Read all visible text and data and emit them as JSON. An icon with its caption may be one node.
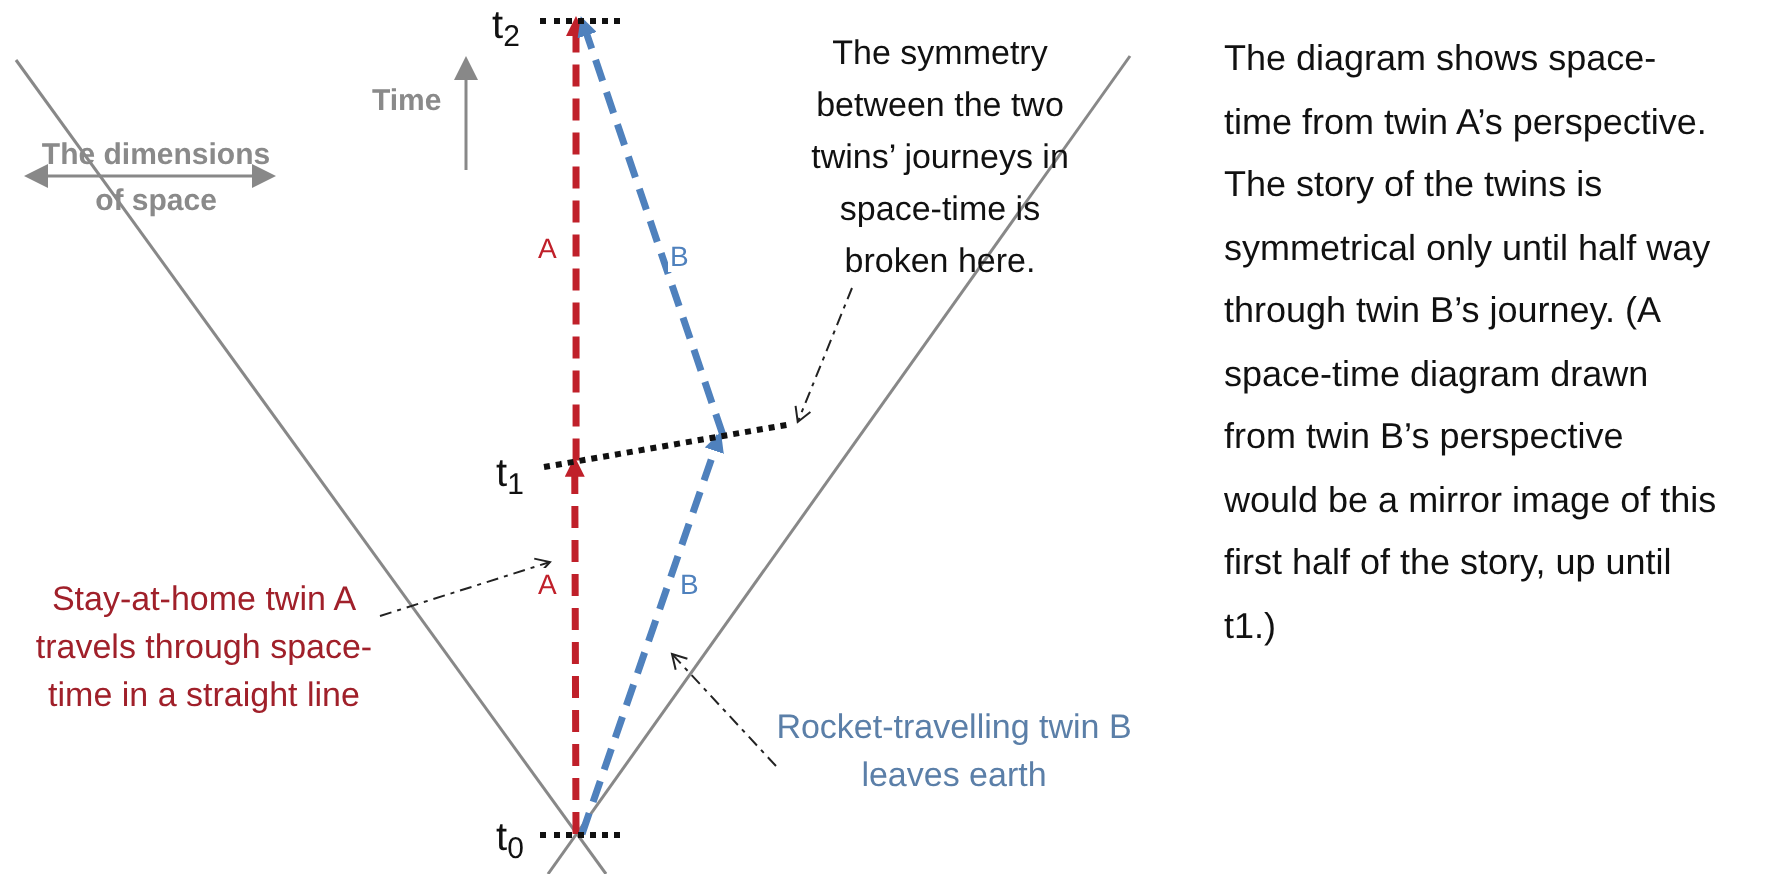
{
  "diagram": {
    "nodes": [
      {
        "text": [],
        "shape": "line",
        "beside": [
          "t$_{0}$"
        ]
      },
      {
        "text": [],
        "shape": "line",
        "beside": [
          "t$_{1}$"
        ]
      },
      {
        "text": [],
        "shape": "line",
        "beside": [
          "t$_{2}$"
        ]
      },
      {
        "text": [
          "The symmetry between the two twins’ journeys in space-time is broken here."
        ]
      },
      {
        "text": [
          "Stay-at-home twin A travels through space-time in a straight line"
        ]
      },
      {
        "text": [
          "Rocket-travelling twin B leaves earth"
        ]
      }
    ],
    "edges": [
      {
        "from": 0,
        "to": 1,
        "arrow": "to",
        "label": "A",
        "style": "dashed",
        "color": "#c0202a"
      },
      {
        "from": 1,
        "to": 2,
        "arrow": "to",
        "label": "A",
        "style": "dashed",
        "color": "#c0202a"
      },
      {
        "from": 0,
        "to": 1,
        "arrow": "to",
        "label": "B",
        "style": "dashed",
        "color": "#4f81bd"
      },
      {
        "from": 1,
        "to": 2,
        "arrow": "to",
        "label": "B",
        "style": "dashed",
        "color": "#4f81bd"
      },
      {
        "from": 3,
        "to": 1,
        "arrow": "to",
        "style": "dashed"
      },
      {
        "from": 4,
        "to": null,
        "arrow": "to",
        "style": "dashed"
      },
      {
        "from": 5,
        "to": null,
        "arrow": "to",
        "style": "dashed"
      }
    ],
    "labels": [
      "Time",
      "The dimensions of space",
      "The diagram shows space-time from twin A’s perspective. The story of the twins is symmetrical only until half way through twin B’s journey. (A space-time diagram drawn from twin B’s perspective would be a mirror image of this first half of the story, up until t1.)"
    ]
  }
}
